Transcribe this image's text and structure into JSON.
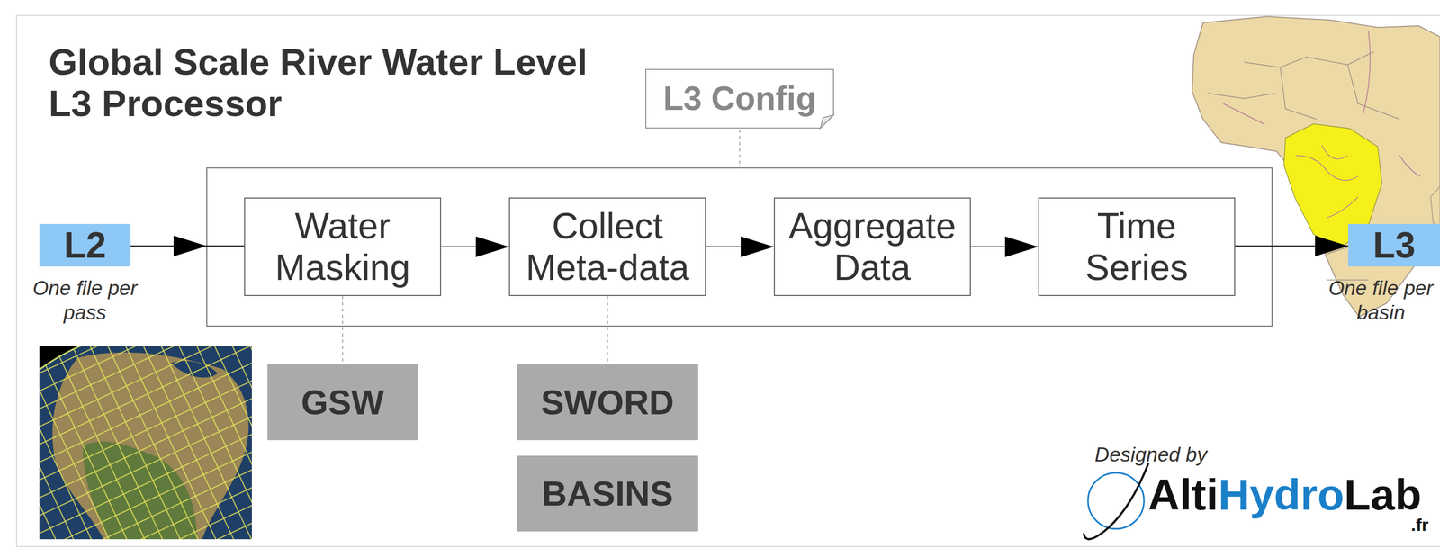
{
  "diagram": {
    "title": "Global Scale River Water Level L3 Processor",
    "nodes": [
      {
        "text": [
          "L3 Config"
        ]
      },
      {
        "text": [
          "L2",
          "One file per pass"
        ]
      },
      {
        "text": [
          "Water Masking"
        ]
      },
      {
        "text": [
          "Collect Meta-data"
        ]
      },
      {
        "text": [
          "Aggregate Data"
        ]
      },
      {
        "text": [
          "Time Series"
        ]
      },
      {
        "text": [
          "L3",
          "One file per basin"
        ]
      },
      {
        "text": [
          "GSW"
        ]
      },
      {
        "text": [
          "SWORD"
        ]
      },
      {
        "text": [
          "BASINS"
        ]
      }
    ],
    "edges": [
      {
        "from": 1,
        "to": 2,
        "arrow": "to"
      },
      {
        "from": 2,
        "to": 3,
        "arrow": "to"
      },
      {
        "from": 3,
        "to": 4,
        "arrow": "to"
      },
      {
        "from": 4,
        "to": 5,
        "arrow": "to"
      },
      {
        "from": 5,
        "to": 6,
        "arrow": "to"
      },
      {
        "from": 2,
        "to": 7,
        "arrow": "none"
      },
      {
        "from": 3,
        "to": 8,
        "arrow": "none"
      }
    ],
    "labels": [
      "Designed by",
      "Alti",
      "Hydro",
      "Lab",
      ".fr"
    ]
  }
}
